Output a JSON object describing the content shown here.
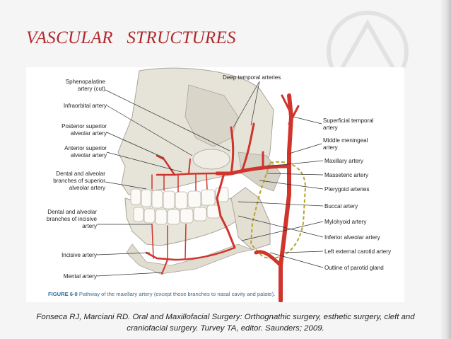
{
  "slide": {
    "title": "VASCULAR   STRUCTURES",
    "colors": {
      "title": "#b0282c",
      "artery": "#d0342c",
      "bone": "#e4e1d6",
      "caption": "#2d6e9c",
      "citation": "#222222"
    }
  },
  "figure": {
    "labels_left": [
      "Sphenopalatine",
      "artery (cut)",
      "Infraorbital artery",
      "Posterior superior",
      "alveolar artery",
      "Anterior superior",
      "alveolar artery",
      "Dental and alveolar",
      "branches of superior",
      "alveolar artery",
      "Dental and alveolar",
      "branches of incisive",
      "artery",
      "Incisive artery",
      "Mental artery"
    ],
    "labels_right": [
      "Deep temporal arteries",
      "Superficial temporal",
      "artery",
      "Middle meningeal",
      "artery",
      "Maxillary artery",
      "Masseteric artery",
      "Pterygoid arteries",
      "Buccal artery",
      "Mylohyoid artery",
      "Inferior alveolar artery",
      "Left external carotid artery",
      "Outline of parotid gland"
    ],
    "caption_number": "FIGURE 6-9",
    "caption_text": "Pathway of the maxillary artery (except those branches to nasal cavity and palate)."
  },
  "citation": {
    "line1": "Fonseca RJ, Marciani RD. Oral and Maxillofacial Surgery: Orthognathic surgery, esthetic surgery, cleft and",
    "line2": "craniofacial surgery. Turvey TA, editor. Saunders; 2009."
  }
}
